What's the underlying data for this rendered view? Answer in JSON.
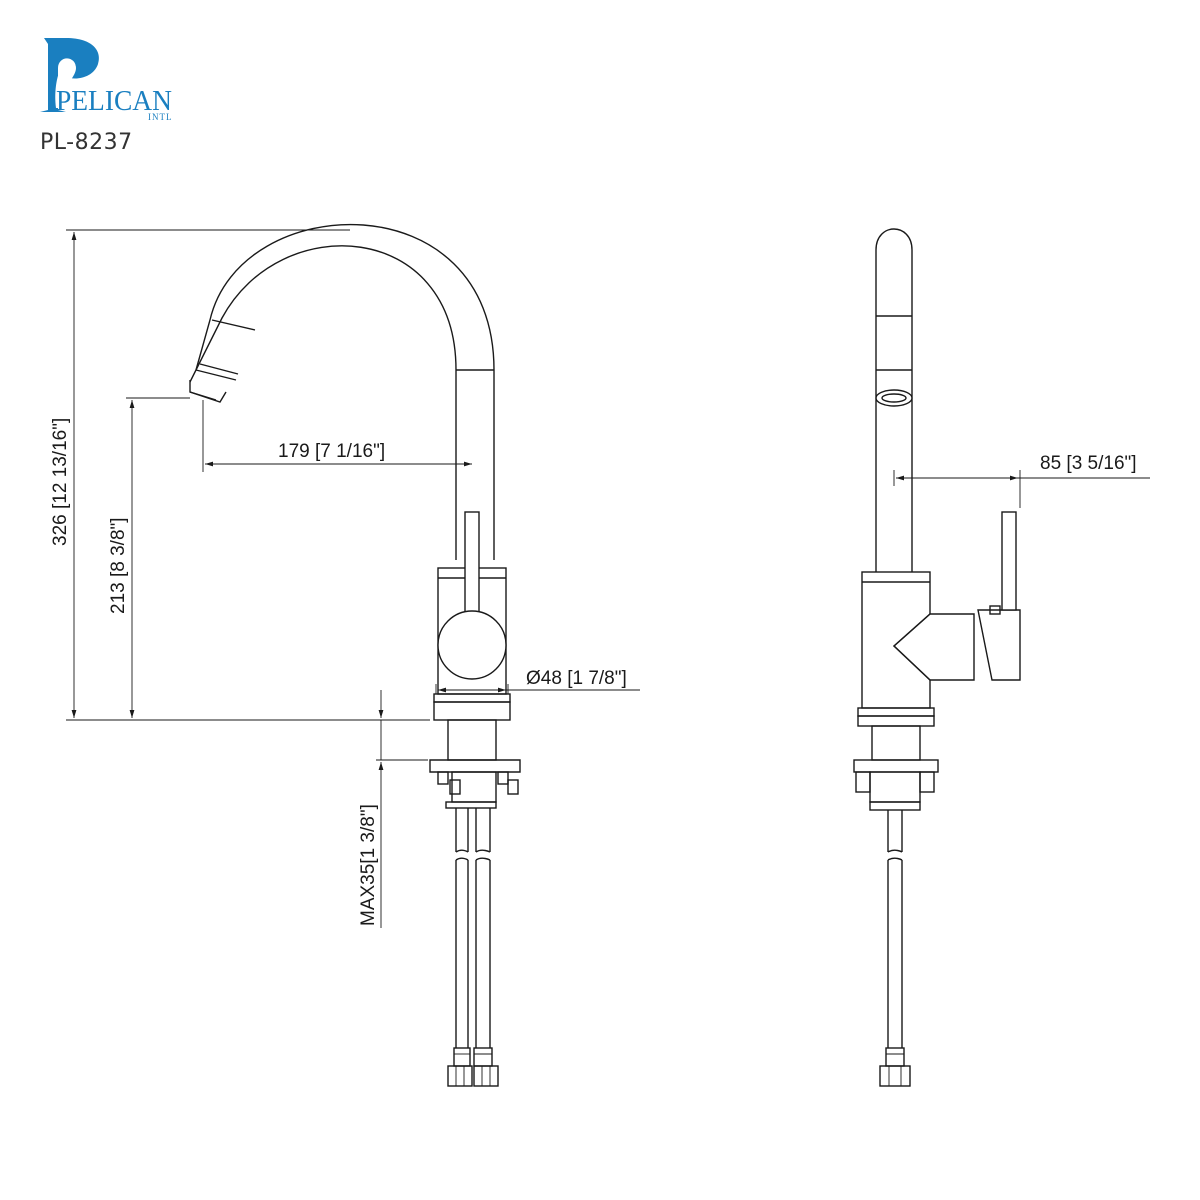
{
  "brand": {
    "name": "PELICAN",
    "sub": "INTL",
    "color": "#1a7fc0"
  },
  "model": "PL-8237",
  "dimensions": {
    "total_height": "326 [12 13/16\"]",
    "spout_height": "213 [8 3/8\"]",
    "spout_reach": "179 [7 1/16\"]",
    "base_diameter": "Ø48 [1 7/8\"]",
    "max_deck": "MAX35[1 3/8\"]",
    "handle_offset": "85 [3 5/16\"]"
  }
}
